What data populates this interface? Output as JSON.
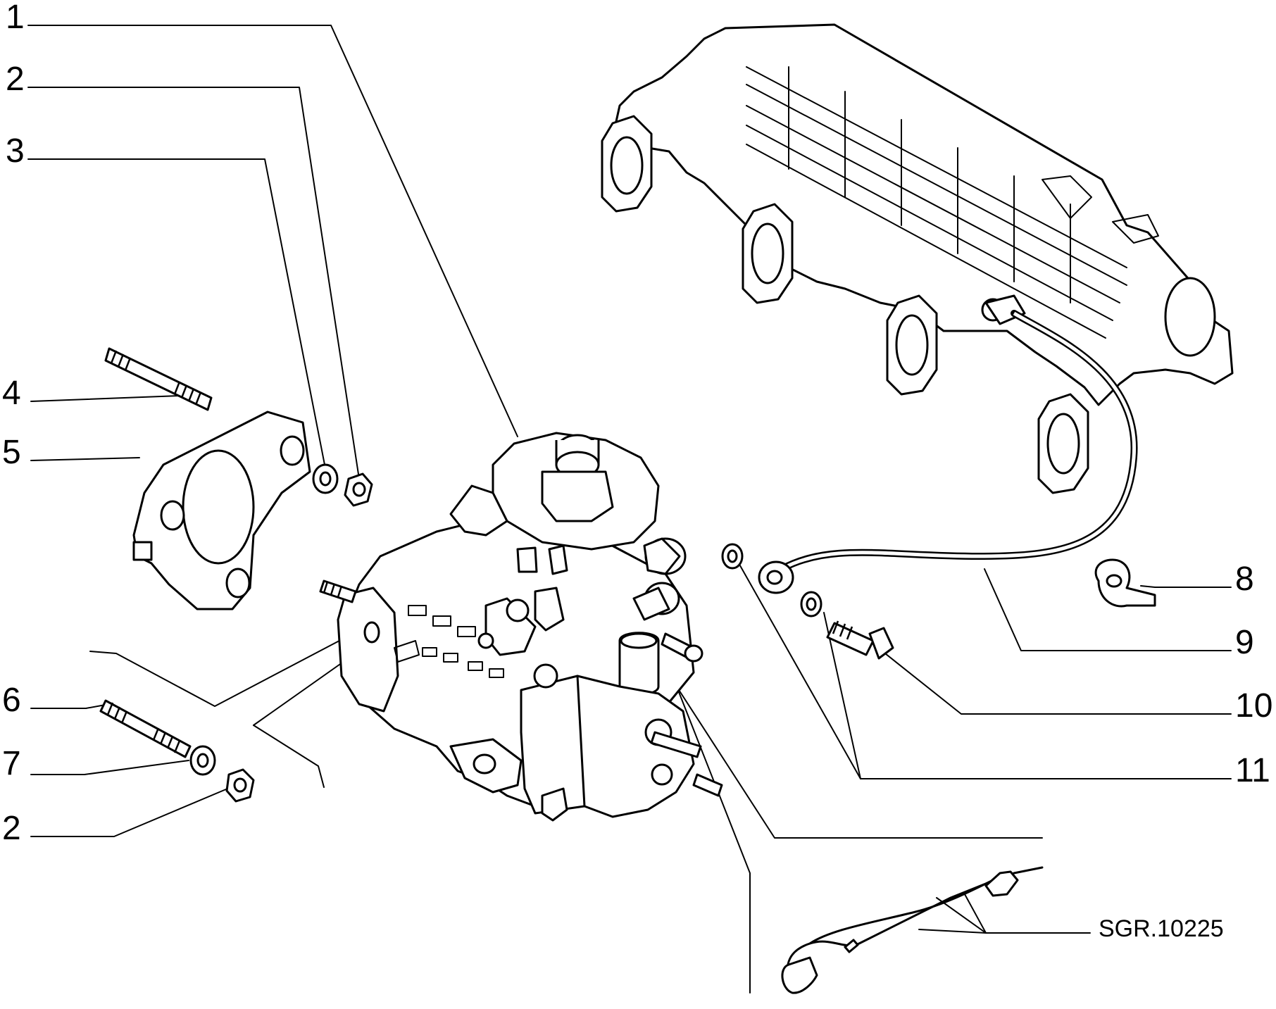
{
  "callouts": [
    {
      "id": "c1",
      "label": "1"
    },
    {
      "id": "c2a",
      "label": "2"
    },
    {
      "id": "c3",
      "label": "3"
    },
    {
      "id": "c4",
      "label": "4"
    },
    {
      "id": "c5",
      "label": "5"
    },
    {
      "id": "c6",
      "label": "6"
    },
    {
      "id": "c7",
      "label": "7"
    },
    {
      "id": "c2b",
      "label": "2"
    },
    {
      "id": "c8",
      "label": "8"
    },
    {
      "id": "c9",
      "label": "9"
    },
    {
      "id": "c10",
      "label": "10"
    },
    {
      "id": "c11",
      "label": "11"
    }
  ],
  "reference_code": "SGR.10225"
}
